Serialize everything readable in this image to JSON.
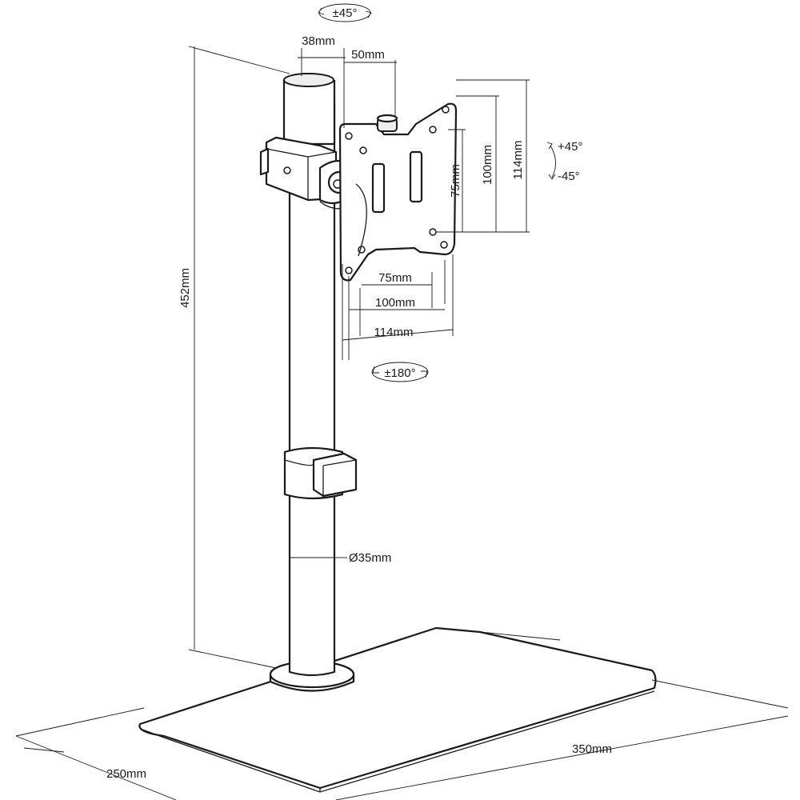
{
  "diagram": {
    "rotation_labels": {
      "swivel_top": "±45°",
      "tilt_up": "+45°",
      "tilt_down": "-45°",
      "rotate_bottom": "±180°"
    },
    "dimensions": {
      "offset_38": "38mm",
      "offset_50": "50mm",
      "vesa_v_75": "75mm",
      "vesa_v_100": "100mm",
      "vesa_v_114": "114mm",
      "vesa_h_75": "75mm",
      "vesa_h_100": "100mm",
      "vesa_h_114": "114mm",
      "total_height": "452mm",
      "pole_diameter": "Ø35mm",
      "base_depth": "250mm",
      "base_width": "350mm"
    }
  }
}
